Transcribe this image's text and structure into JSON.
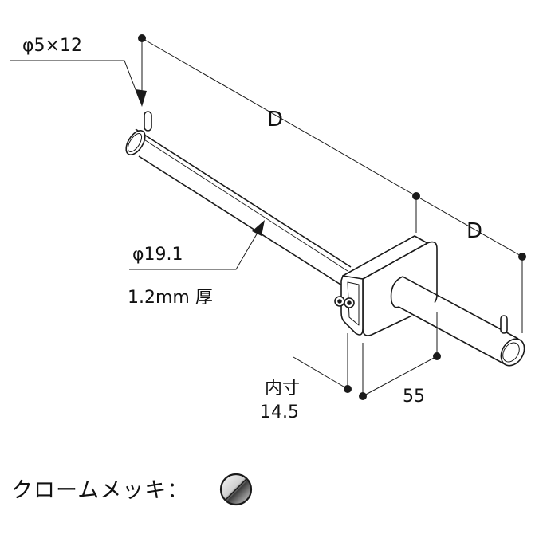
{
  "labels": {
    "pin": "φ5×12",
    "d_long": "D",
    "d_short": "D",
    "tube_diameter": "φ19.1",
    "thickness": "1.2mm 厚",
    "inner_label": "内寸",
    "inner_value": "14.5",
    "width": "55"
  },
  "legend": {
    "text": "クロームメッキ：",
    "swatch_icon": "chrome-finish-icon"
  },
  "colors": {
    "stroke": "#1a1a1a",
    "chrome_light": "#f4f4f4",
    "chrome_dark": "#4a4a4a"
  }
}
